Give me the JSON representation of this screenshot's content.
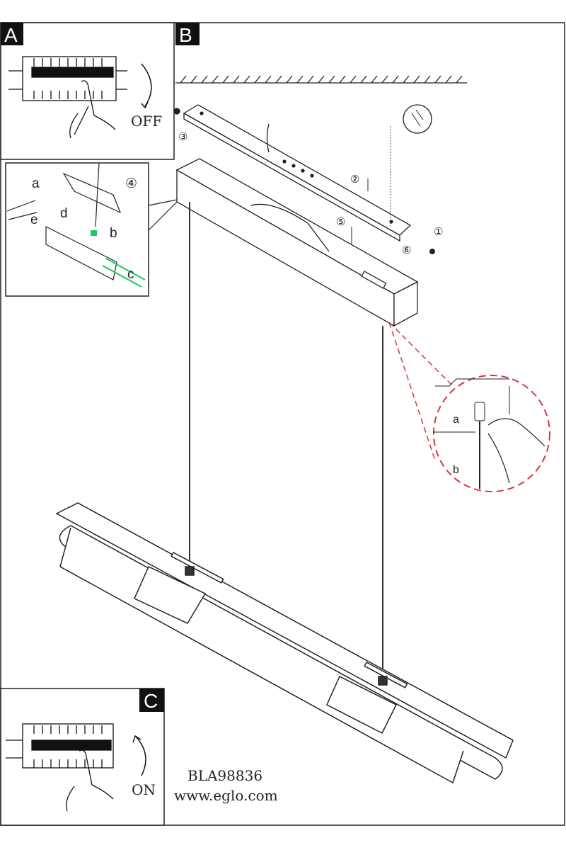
{
  "panels": {
    "a": {
      "label": "A",
      "text": "OFF"
    },
    "b": {
      "label": "B"
    },
    "c": {
      "label": "C",
      "text": "ON"
    }
  },
  "steps": [
    "①",
    "②",
    "③",
    "④",
    "⑤",
    "⑥"
  ],
  "callouts": {
    "inset": [
      "a",
      "b",
      "c",
      "d",
      "e"
    ],
    "detail": [
      "a",
      "b"
    ]
  },
  "footer": {
    "model": "BLA98836",
    "url": "www.eglo.com"
  },
  "colors": {
    "frame": "#222222",
    "detail_circle": "#d9363e",
    "wire_highlight": "#22c55e"
  }
}
